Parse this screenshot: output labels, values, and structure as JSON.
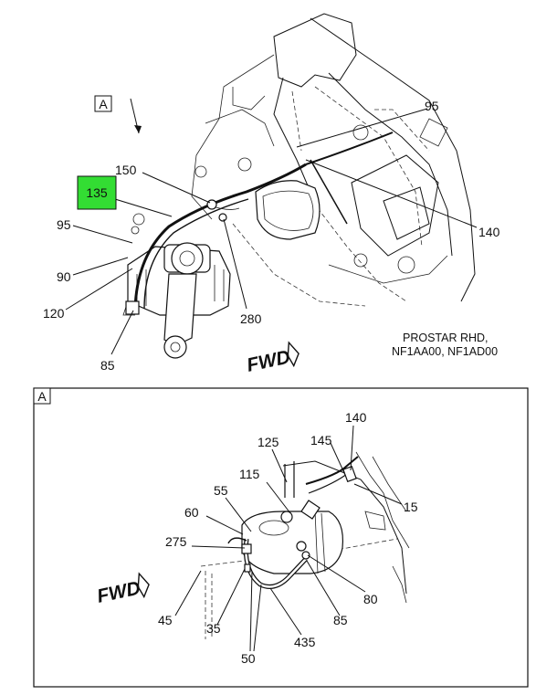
{
  "view_marker": "A",
  "detail_marker": "A",
  "highlight": {
    "label": "135",
    "color": "#33dd33"
  },
  "caption": {
    "line1": "PROSTAR RHD,",
    "line2": "NF1AA00, NF1AD00"
  },
  "fwd_label": "FWD",
  "top_callouts": [
    "95",
    "150",
    "135",
    "95",
    "90",
    "120",
    "85",
    "280",
    "140"
  ],
  "detail_callouts": [
    "140",
    "125",
    "145",
    "115",
    "55",
    "15",
    "60",
    "275",
    "80",
    "45",
    "35",
    "85",
    "50",
    "435"
  ]
}
